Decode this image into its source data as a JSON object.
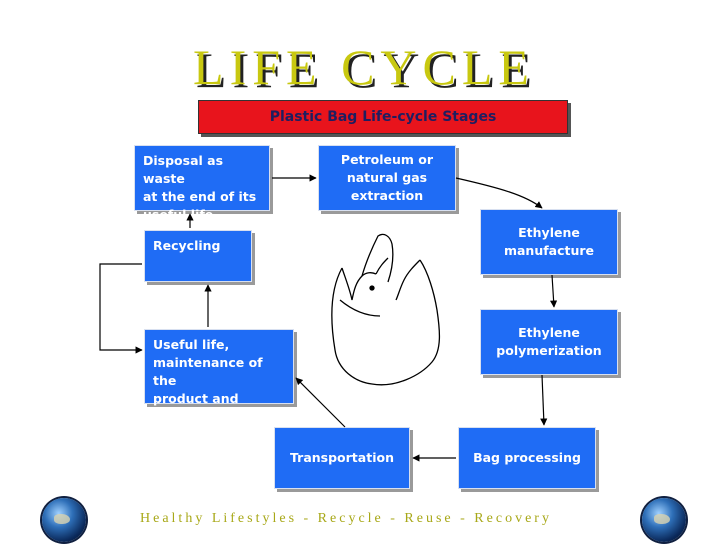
{
  "title": "LIFE CYCLE",
  "banner": "Plastic Bag Life-cycle Stages",
  "stages": {
    "disposal": "Disposal as waste\nat the end of its\nuseful life",
    "petroleum": "Petroleum or\nnatural gas\nextraction",
    "ethylene_manufacture": "Ethylene\nmanufacture",
    "recycling": "Recycling",
    "ethylene_polymerization": "Ethylene\npolymerization",
    "useful_life": "Useful life,\nmaintenance of the\nproduct and Reuse",
    "transportation": "Transportation",
    "bag_processing": "Bag processing"
  },
  "footer": "Healthy Lifestyles - Recycle - Reuse - Recovery",
  "colors": {
    "box": "#1f6cf5",
    "banner": "#e8141c",
    "title": "#c8c810"
  },
  "icons": [
    "plastic-bag-icon",
    "globe-icon"
  ]
}
